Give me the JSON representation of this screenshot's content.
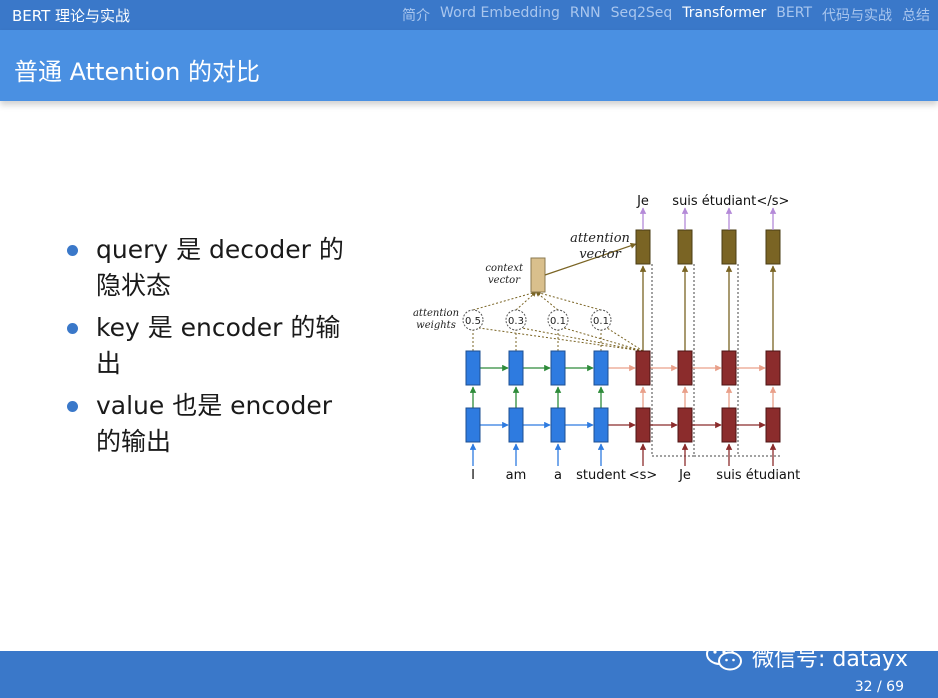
{
  "header": {
    "title": "BERT 理论与实战",
    "nav": [
      "简介",
      "Word Embedding",
      "RNN",
      "Seq2Seq",
      "Transformer",
      "BERT",
      "代码与实战",
      "总结"
    ],
    "active_index": 4
  },
  "slide": {
    "title": "普通 Attention 的对比",
    "bullets": [
      "query 是 decoder 的隐状态",
      "key 是 encoder 的输出",
      "value 也是 encoder 的输出"
    ]
  },
  "diagram": {
    "inputs": [
      "I",
      "am",
      "a",
      "student",
      "<s>",
      "Je",
      "suis",
      "étudiant"
    ],
    "outputs": [
      "Je",
      "suis",
      "étudiant",
      "</s>"
    ],
    "weights": [
      "0.5",
      "0.3",
      "0.1",
      "0.1"
    ],
    "context_label": [
      "context",
      "vector"
    ],
    "attention_vector_label": [
      "attention",
      "vector"
    ],
    "weights_label": [
      "attention",
      "weights"
    ]
  },
  "colors": {
    "encoder": "#2e7be0",
    "decoder": "#8b2c2c",
    "attention": "#7a6424",
    "context": "#d9bf8c",
    "header": "#3a78c9",
    "title_bar": "#4a90e2"
  },
  "footer": {
    "watermark": "微信号: datayx",
    "page": "32 / 69"
  }
}
